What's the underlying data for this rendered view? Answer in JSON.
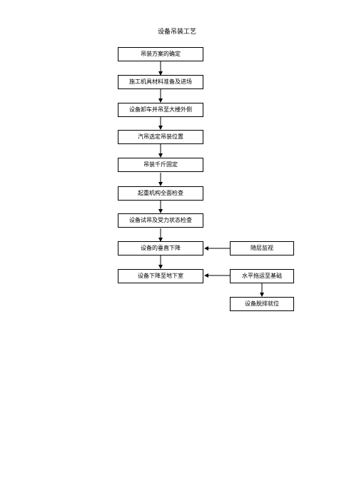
{
  "title": "设备吊装工艺",
  "steps": [
    "吊装方案的确定",
    "施工机具材料准备及进场",
    "设备卸车并吊至大楼外侧",
    "汽吊选定吊装位置",
    "吊装千斤固定",
    "起重机构全面检查",
    "设备试吊及受力状态检查",
    "设备的垂直下降",
    "设备下降至地下室"
  ],
  "side_steps": [
    "随层监视",
    "水平拖运至基础",
    "设备脱排就位"
  ]
}
